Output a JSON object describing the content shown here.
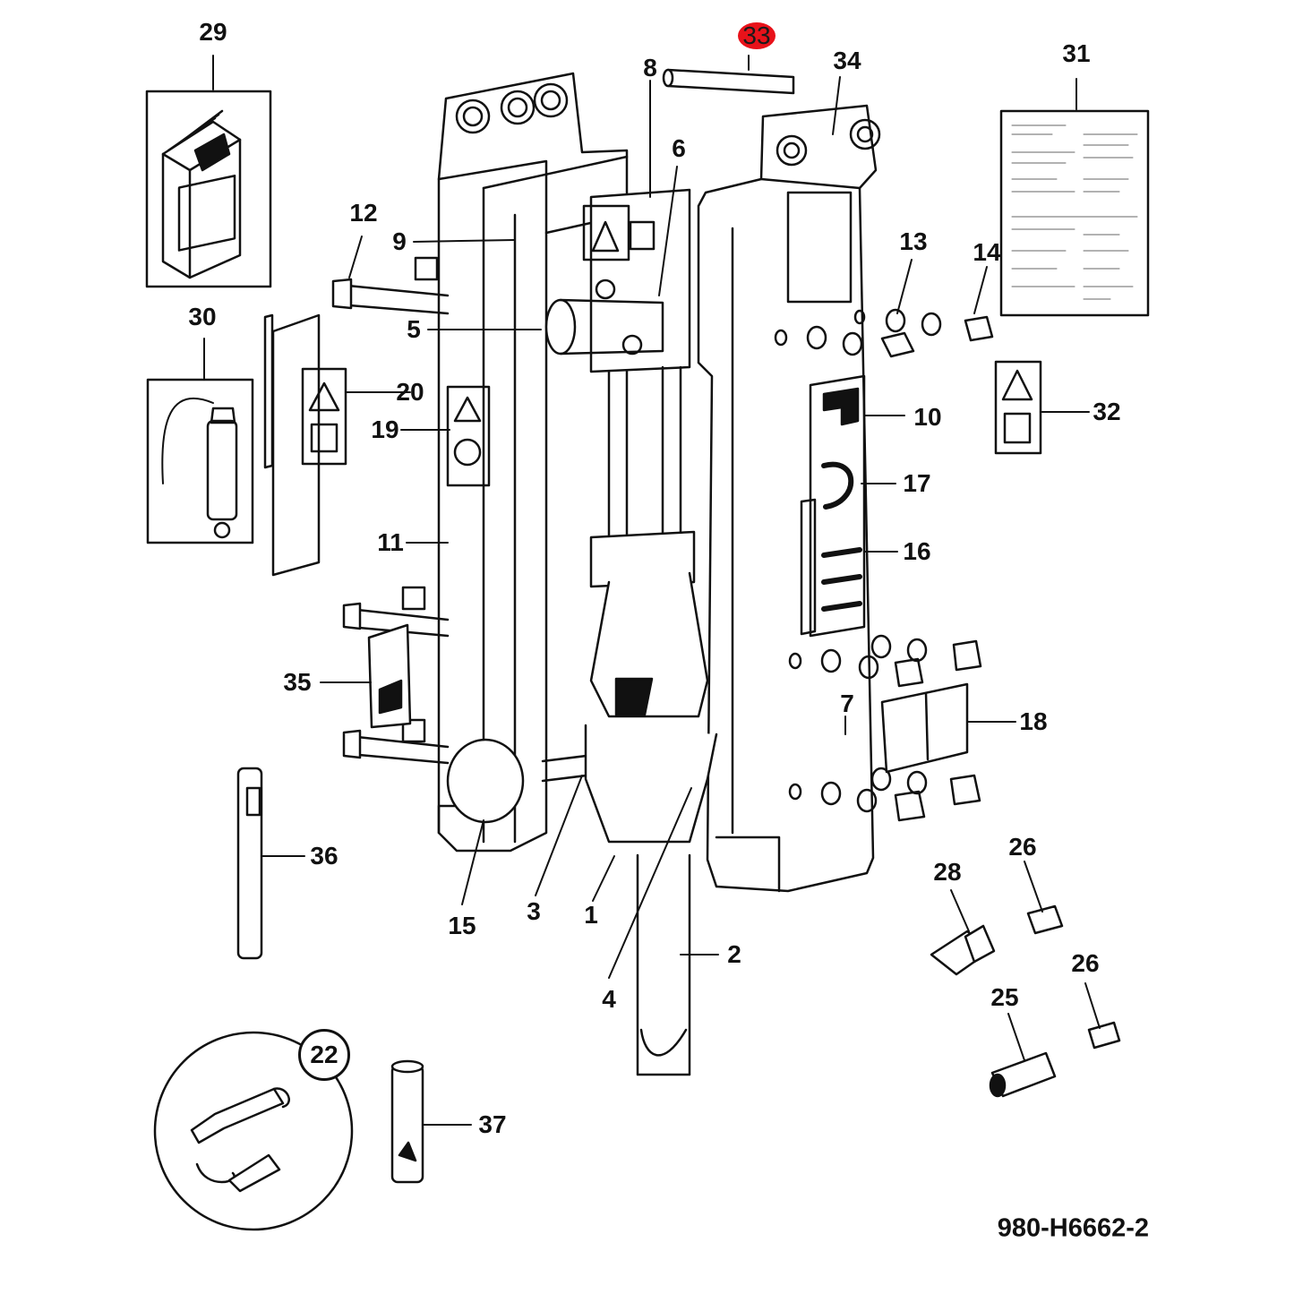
{
  "drawing": {
    "code": "980-H6662-2",
    "highlight_color": "#e8121a",
    "highlighted_callout": "33"
  },
  "callouts": {
    "c1": "1",
    "c2": "2",
    "c3": "3",
    "c4": "4",
    "c5": "5",
    "c6": "6",
    "c7": "7",
    "c8": "8",
    "c9": "9",
    "c10": "10",
    "c11": "11",
    "c12": "12",
    "c13": "13",
    "c14": "14",
    "c15": "15",
    "c16": "16",
    "c17": "17",
    "c18": "18",
    "c19": "19",
    "c20": "20",
    "c22": "22",
    "c25": "25",
    "c26a": "26",
    "c26b": "26",
    "c28": "28",
    "c29": "29",
    "c30": "30",
    "c31": "31",
    "c32": "32",
    "c33": "33",
    "c34": "34",
    "c35": "35",
    "c36": "36",
    "c37": "37"
  }
}
